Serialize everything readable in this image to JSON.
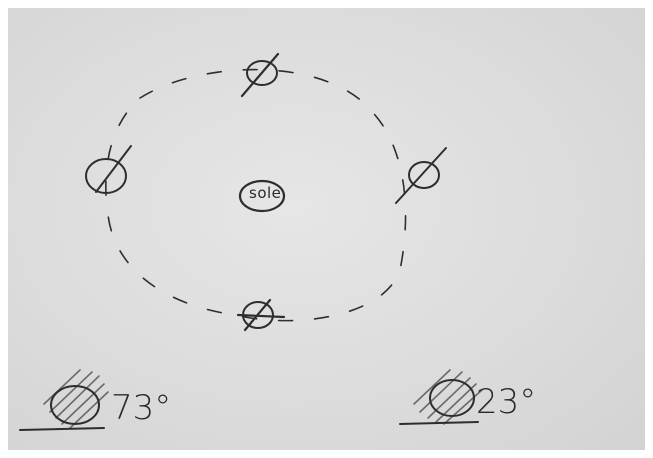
{
  "sun": {
    "label": "sole"
  },
  "tilt_examples": [
    {
      "angle_label": "73°",
      "tilt_degrees": 73
    },
    {
      "angle_label": "23°",
      "tilt_degrees": 23
    }
  ],
  "orbit": {
    "planet_count": 4,
    "style": "dashed circle"
  }
}
